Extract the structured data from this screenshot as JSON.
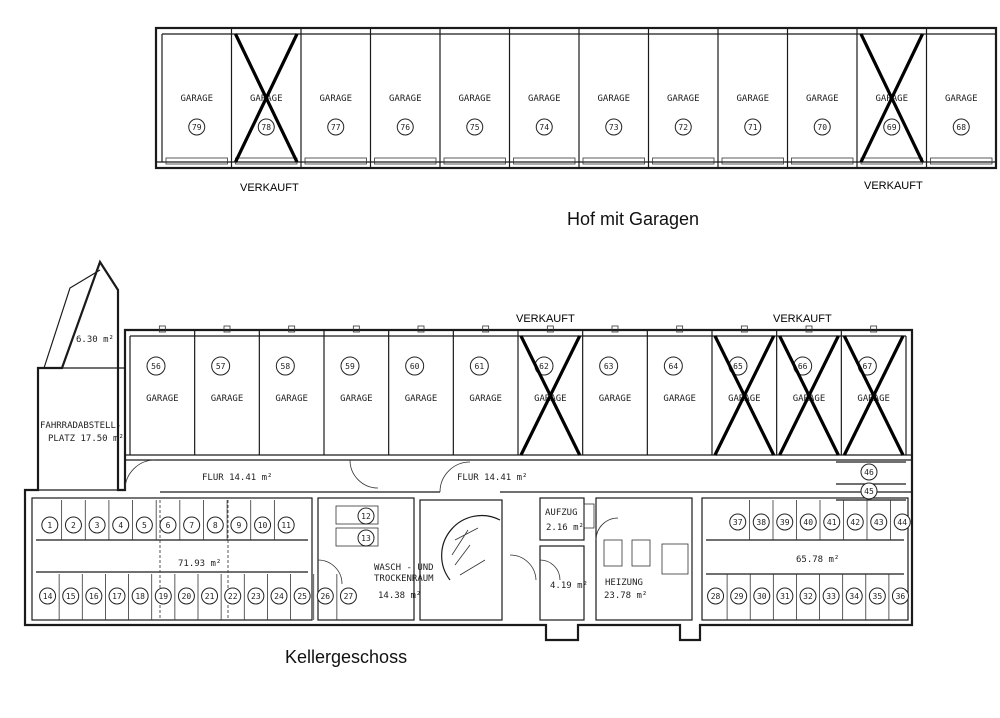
{
  "sections": {
    "yard": "Hof mit Garagen",
    "basement": "Kellergeschoss"
  },
  "sold_label": "VERKAUFT",
  "garage_label": "GARAGE",
  "top_garages": [
    {
      "num": "79",
      "sold": false
    },
    {
      "num": "78",
      "sold": true
    },
    {
      "num": "77",
      "sold": false
    },
    {
      "num": "76",
      "sold": false
    },
    {
      "num": "75",
      "sold": false
    },
    {
      "num": "74",
      "sold": false
    },
    {
      "num": "73",
      "sold": false
    },
    {
      "num": "72",
      "sold": false
    },
    {
      "num": "71",
      "sold": false
    },
    {
      "num": "70",
      "sold": false
    },
    {
      "num": "69",
      "sold": true
    },
    {
      "num": "68",
      "sold": false
    }
  ],
  "lower_garages": [
    {
      "num": "56",
      "sold": false
    },
    {
      "num": "57",
      "sold": false
    },
    {
      "num": "58",
      "sold": false
    },
    {
      "num": "59",
      "sold": false
    },
    {
      "num": "60",
      "sold": false
    },
    {
      "num": "61",
      "sold": false
    },
    {
      "num": "62",
      "sold": true
    },
    {
      "num": "63",
      "sold": false
    },
    {
      "num": "64",
      "sold": false
    },
    {
      "num": "65",
      "sold": true
    },
    {
      "num": "66",
      "sold": true
    },
    {
      "num": "67",
      "sold": true
    }
  ],
  "rooms": {
    "small_room": "6.30 m²",
    "bike_line1": "FAHRRADABSTELL-",
    "bike_line2": "PLATZ  17.50 m²",
    "corridor_left": "FLUR  14.41 m²",
    "corridor_right": "FLUR  14.41 m²",
    "storage_left": "71.93 m²",
    "storage_right": "65.78 m²",
    "wash_line1": "WASCH - UND",
    "wash_line2": "TROCKENRAUM",
    "wash_area": "14.38 m²",
    "lift_line1": "AUFZUG",
    "lift_area": "2.16 m²",
    "small_area": "4.19 m²",
    "heating_line1": "HEIZUNG",
    "heating_area": "23.78 m²"
  },
  "cellars": {
    "left_top": [
      "1",
      "2",
      "3",
      "4",
      "5",
      "6",
      "7",
      "8",
      "9",
      "10",
      "11"
    ],
    "left_bottom": [
      "14",
      "15",
      "16",
      "17",
      "18",
      "19",
      "20",
      "21",
      "22",
      "23",
      "24",
      "25",
      "26",
      "27"
    ],
    "mid": [
      "12",
      "13"
    ],
    "right_top": [
      "37",
      "38",
      "39",
      "40",
      "41",
      "42",
      "43",
      "44"
    ],
    "right_bottom": [
      "28",
      "29",
      "30",
      "31",
      "32",
      "33",
      "34",
      "35",
      "36"
    ],
    "right_extra": [
      "46",
      "45"
    ]
  }
}
